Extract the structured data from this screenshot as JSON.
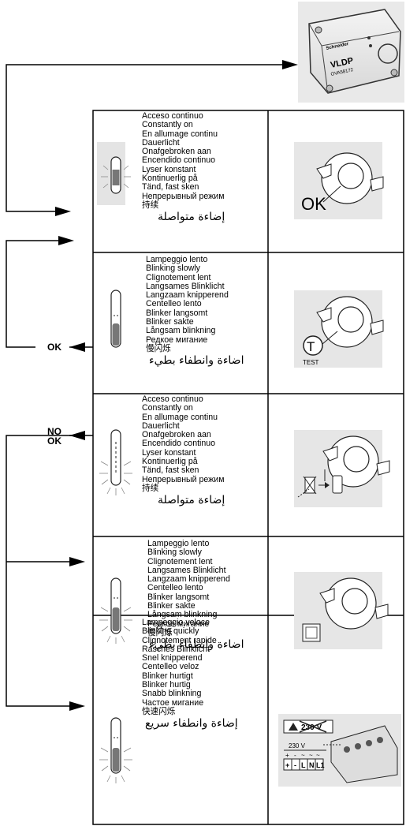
{
  "device": {
    "brand": "Schneider",
    "model": "VLDP",
    "ref": "OVA58172"
  },
  "side_labels": {
    "ok": "OK",
    "no_ok": [
      "NO",
      "OK"
    ]
  },
  "rows": [
    {
      "lines": [
        "Acceso continuo",
        "Constantly on",
        "En allumage continu",
        "Dauerlicht",
        "Onafgebroken aan",
        "Encendido continuo",
        "Lyser konstant",
        "Kontinuerlig på",
        "Tänd, fast sken",
        "Непрерывный режим",
        "持续"
      ],
      "arabic": "إضاءة متواصلة",
      "image_text": "OK"
    },
    {
      "lines": [
        "Lampeggio lento",
        "Blinking slowly",
        "Clignotement lent",
        "Langsames Blinklicht",
        "Langzaam knipperend",
        "Centelleo lento",
        "Blinker langsomt",
        "Blinker sakte",
        "Långsam blinkning",
        "Редкое мигание",
        "慢闪烁"
      ],
      "arabic": "اضاءة وانطفاء بطيء",
      "image_text": "T",
      "image_sub": "TEST"
    },
    {
      "lines": [
        "Acceso continuo",
        "Constantly on",
        "En allumage continu",
        "Dauerlicht",
        "Onafgebroken aan",
        "Encendido continuo",
        "Lyser konstant",
        "Kontinuerlig på",
        "Tänd, fast sken",
        "Непрерывный режим",
        "持续"
      ],
      "arabic": "إضاءة متواصلة"
    },
    {
      "lines": [
        "Lampeggio lento",
        "Blinking slowly",
        "Clignotement lent",
        "Langsames Blinklicht",
        "Langzaam knipperend",
        "Centelleo lento",
        "Blinker langsomt",
        "Blinker sakte",
        "Långsam blinkning",
        "Редкое мигание",
        "慢闪烁"
      ],
      "arabic": "اضاءة وانطفاء بطيء"
    },
    {
      "lines": [
        "Lampeggio veloce",
        "Blinking quickly",
        "Clignotement rapide",
        "Rasches Blinklicht",
        "Snel knipperend",
        "Centelleo veloz",
        "Blinker hurtigt",
        "Blinker hurtig",
        "Snabb blinkning",
        "Частое мигание",
        "快速闪烁"
      ],
      "arabic": "إضاءة وانطفاء سريع",
      "image_text": "230 V",
      "terminals": [
        "+",
        "-",
        "L",
        "N",
        "L1"
      ],
      "terminal_marks": [
        "+",
        "-",
        "~",
        "~",
        "~"
      ]
    }
  ]
}
